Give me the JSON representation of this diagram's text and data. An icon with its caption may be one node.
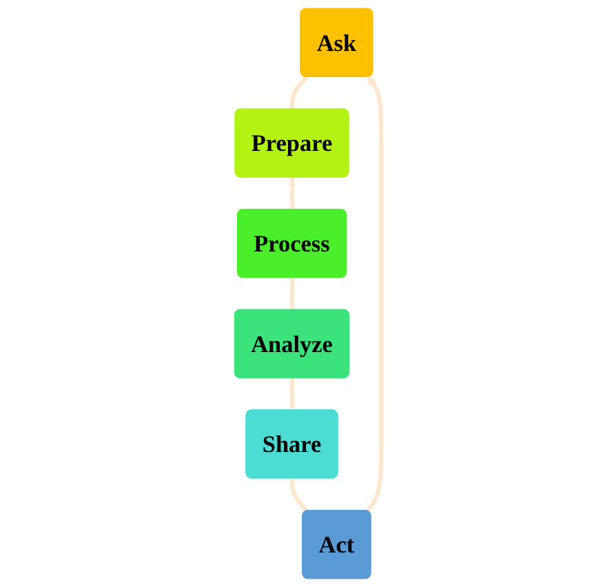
{
  "diagram": {
    "nodes": [
      {
        "text": [
          "Ask"
        ]
      },
      {
        "text": [
          "Prepare"
        ]
      },
      {
        "text": [
          "Process"
        ]
      },
      {
        "text": [
          "Analyze"
        ]
      },
      {
        "text": [
          "Share"
        ]
      },
      {
        "text": [
          "Act"
        ]
      }
    ],
    "edges": [
      {
        "from": 0,
        "to": 1,
        "arrow": "none"
      },
      {
        "from": 1,
        "to": 2,
        "arrow": "none"
      },
      {
        "from": 2,
        "to": 3,
        "arrow": "none"
      },
      {
        "from": 3,
        "to": 4,
        "arrow": "none"
      },
      {
        "from": 4,
        "to": 5,
        "arrow": "none"
      },
      {
        "from": 5,
        "to": 0,
        "arrow": "to"
      }
    ]
  }
}
